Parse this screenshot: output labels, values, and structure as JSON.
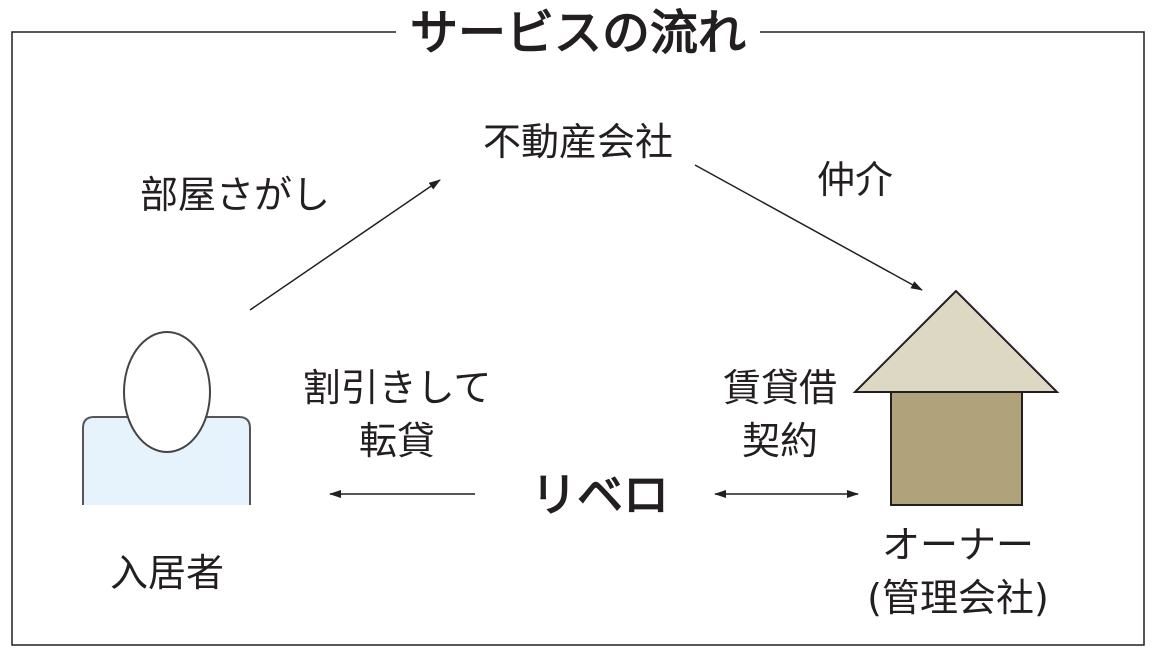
{
  "title": "サービスの流れ",
  "nodes": {
    "agency": "不動産会社",
    "tenant": "入居者",
    "owner_line1": "オーナー",
    "owner_line2": "(管理会社)",
    "brand": "リベロ"
  },
  "edges": {
    "search": "部屋さがし",
    "brokerage": "仲介",
    "sublease_line1": "割引きして",
    "sublease_line2": "転貸",
    "lease_line1": "賃貸借",
    "lease_line2": "契約"
  },
  "colors": {
    "line": "#231f20",
    "tenant_body": "#e6f3fc",
    "roof": "#ddd8c4",
    "house": "#b0a37c"
  }
}
